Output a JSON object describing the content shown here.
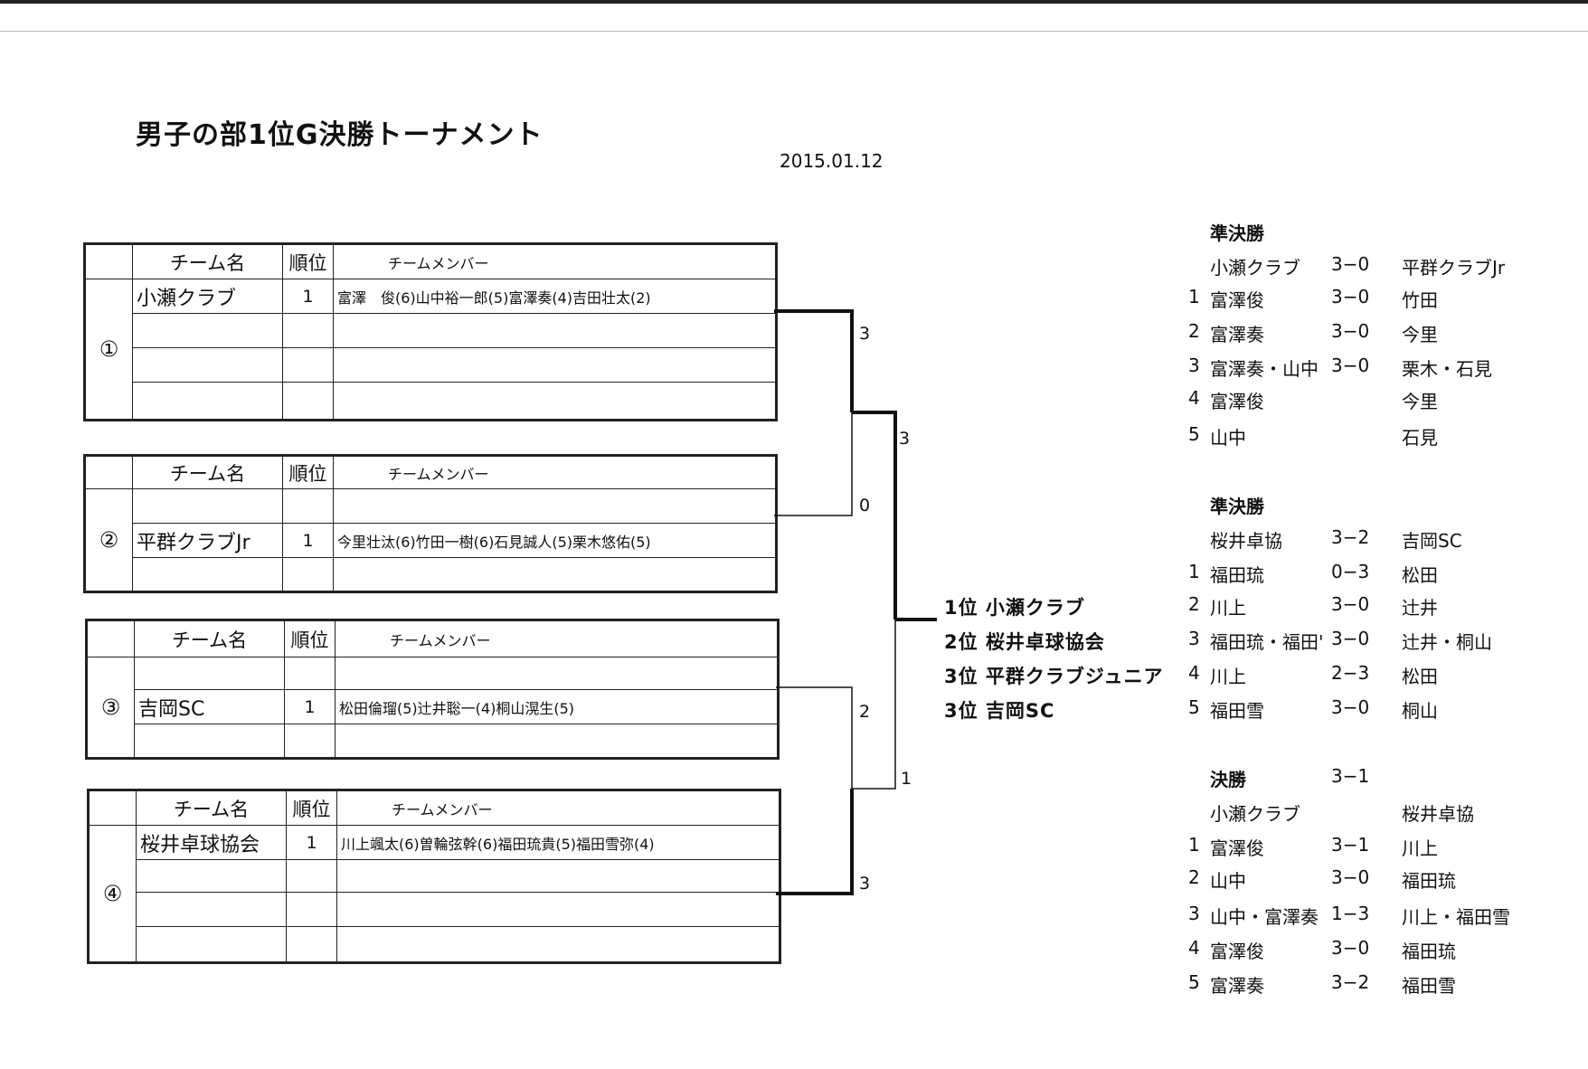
{
  "title": "男子の部1位G決勝トーナメント",
  "date": "2015.01.12",
  "headers": {
    "team": "チーム名",
    "rank": "順位",
    "members": "チームメンバー"
  },
  "groups": [
    {
      "num": "①",
      "team": "小瀬クラブ",
      "rank": "1",
      "members": "富澤　俊(6)山中裕一郎(5)富澤奏(4)吉田壮太(2)"
    },
    {
      "num": "②",
      "team": "平群クラブJr",
      "rank": "1",
      "members": "今里壮汰(6)竹田一樹(6)石見誠人(5)栗木悠佑(5)"
    },
    {
      "num": "③",
      "team": "吉岡SC",
      "rank": "1",
      "members": "松田倫瑠(5)辻井聡一(4)桐山滉生(5)"
    },
    {
      "num": "④",
      "team": "桜井卓球協会",
      "rank": "1",
      "members": "川上颯太(6)曽輪弦幹(6)福田琉貴(5)福田雪弥(4)"
    }
  ],
  "bracket_scores": {
    "g1": "3",
    "g2": "0",
    "semi1": "3",
    "g3": "2",
    "g4": "3",
    "semi2": "1"
  },
  "results": [
    "1位 小瀬クラブ",
    "2位 桜井卓球協会",
    "3位 平群クラブジュニア",
    "3位 吉岡SC"
  ],
  "semi1": {
    "heading": "準決勝",
    "left_team": "小瀬クラブ",
    "score": "3−0",
    "right_team": "平群クラブJr",
    "rows": [
      {
        "no": "1",
        "left": "富澤俊",
        "score": "3−0",
        "right": "竹田"
      },
      {
        "no": "2",
        "left": "富澤奏",
        "score": "3−0",
        "right": "今里"
      },
      {
        "no": "3",
        "left": "富澤奏・山中",
        "score": "3−0",
        "right": "栗木・石見"
      },
      {
        "no": "4",
        "left": "富澤俊",
        "score": "",
        "right": "今里"
      },
      {
        "no": "5",
        "left": "山中",
        "score": "",
        "right": "石見"
      }
    ]
  },
  "semi2": {
    "heading": "準決勝",
    "left_team": "桜井卓協",
    "score": "3−2",
    "right_team": "吉岡SC",
    "rows": [
      {
        "no": "1",
        "left": "福田琉",
        "score": "0−3",
        "right": "松田"
      },
      {
        "no": "2",
        "left": "川上",
        "score": "3−0",
        "right": "辻井"
      },
      {
        "no": "3",
        "left": "福田琉・福田'",
        "score": "3−0",
        "right": "辻井・桐山"
      },
      {
        "no": "4",
        "left": "川上",
        "score": "2−3",
        "right": "松田"
      },
      {
        "no": "5",
        "left": "福田雪",
        "score": "3−0",
        "right": "桐山"
      }
    ]
  },
  "final": {
    "heading": "決勝",
    "score": "3−1",
    "left_team": "小瀬クラブ",
    "right_team": "桜井卓協",
    "rows": [
      {
        "no": "1",
        "left": "富澤俊",
        "score": "3−1",
        "right": "川上"
      },
      {
        "no": "2",
        "left": "山中",
        "score": "3−0",
        "right": "福田琉"
      },
      {
        "no": "3",
        "left": "山中・富澤奏",
        "score": "1−3",
        "right": "川上・福田雪"
      },
      {
        "no": "4",
        "left": "富澤俊",
        "score": "3−0",
        "right": "福田琉"
      },
      {
        "no": "5",
        "left": "富澤奏",
        "score": "3−2",
        "right": "福田雪"
      }
    ]
  }
}
